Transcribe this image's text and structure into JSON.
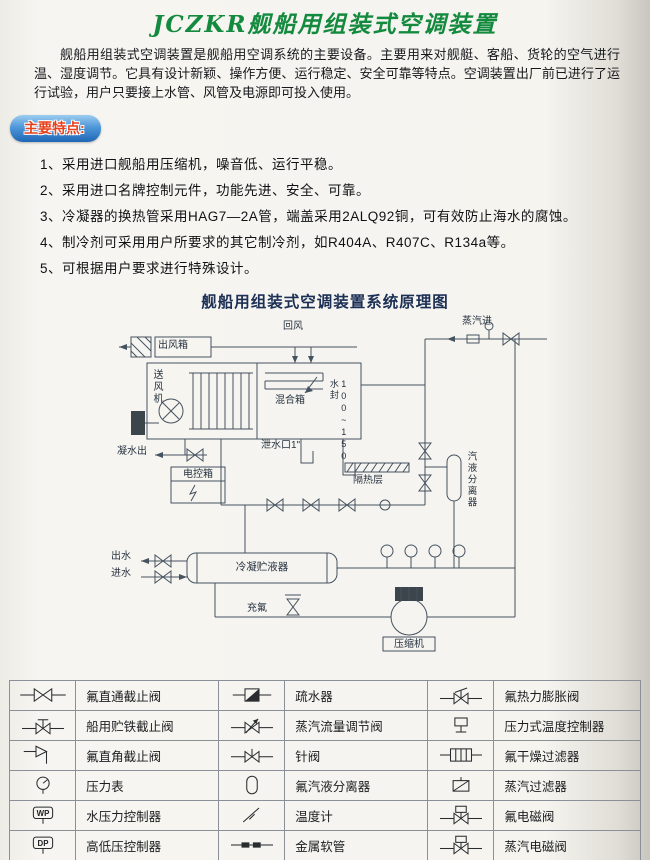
{
  "title": "JCZKR舰船用组装式空调装置",
  "intro": "舰船用组装式空调装置是舰船用空调系统的主要设备。主要用来对舰艇、客船、货轮的空气进行温、湿度调节。它具有设计新颖、操作方便、运行稳定、安全可靠等特点。空调装置出厂前已进行了运行试验，用户只要接上水管、风管及电源即可投入使用。",
  "features_badge": "主要特点:",
  "features": [
    "1、采用进口舰船用压缩机，噪音低、运行平稳。",
    "2、采用进口名牌控制元件，功能先进、安全、可靠。",
    "3、冷凝器的换热管采用HAG7—2A管，端盖采用2ALQ92铜，可有效防止海水的腐蚀。",
    "4、制冷剂可采用用户所要求的其它制冷剂，如R404A、R407C、R134a等。",
    "5、可根据用户要求进行特殊设计。"
  ],
  "diagram": {
    "title": "舰船用组装式空调装置系统原理图",
    "labels": {
      "air_outlet_box": "出风箱",
      "return_air": "回风",
      "steam_in": "蒸汽进",
      "mixing_box": "混合箱",
      "supply_fan": "送风机",
      "water_seal": "100~150水封",
      "condensate_out": "凝水出",
      "drain_port": "泄水口1\"",
      "electric_control_box": "电控箱",
      "insulation_layer": "隔热层",
      "vapor_liquid_separator": "汽液分离器",
      "water_out": "出水",
      "water_in": "进水",
      "condenser_receiver": "冷凝贮液器",
      "charge_fluorine": "充氟",
      "compressor": "压缩机"
    }
  },
  "legend": {
    "wp_label": "WP",
    "dp_label": "DP",
    "items": [
      {
        "symbol": "straight-stop-valve",
        "label": "氟直通截止阀"
      },
      {
        "symbol": "steam-trap",
        "label": "疏水器"
      },
      {
        "symbol": "thermal-expansion-valve",
        "label": "氟热力膨胀阀"
      },
      {
        "symbol": "marine-stop-valve",
        "label": "船用贮铁截止阀"
      },
      {
        "symbol": "steam-flow-regulating-valve",
        "label": "蒸汽流量调节阀"
      },
      {
        "symbol": "pressure-temperature-controller",
        "label": "压力式温度控制器"
      },
      {
        "symbol": "angle-stop-valve",
        "label": "氟直角截止阀"
      },
      {
        "symbol": "needle-valve",
        "label": "针阀"
      },
      {
        "symbol": "dryer-filter",
        "label": "氟干燥过滤器"
      },
      {
        "symbol": "pressure-gauge",
        "label": "压力表"
      },
      {
        "symbol": "vapor-liquid-separator",
        "label": "氟汽液分离器"
      },
      {
        "symbol": "steam-filter",
        "label": "蒸汽过滤器"
      },
      {
        "symbol": "water-pressure-controller",
        "label": "水压力控制器"
      },
      {
        "symbol": "thermometer",
        "label": "温度计"
      },
      {
        "symbol": "fluorine-solenoid-valve",
        "label": "氟电磁阀"
      },
      {
        "symbol": "high-low-pressure-controller",
        "label": "高低压控制器"
      },
      {
        "symbol": "metal-hose",
        "label": "金属软管"
      },
      {
        "symbol": "steam-solenoid-valve",
        "label": "蒸汽电磁阀"
      }
    ]
  }
}
